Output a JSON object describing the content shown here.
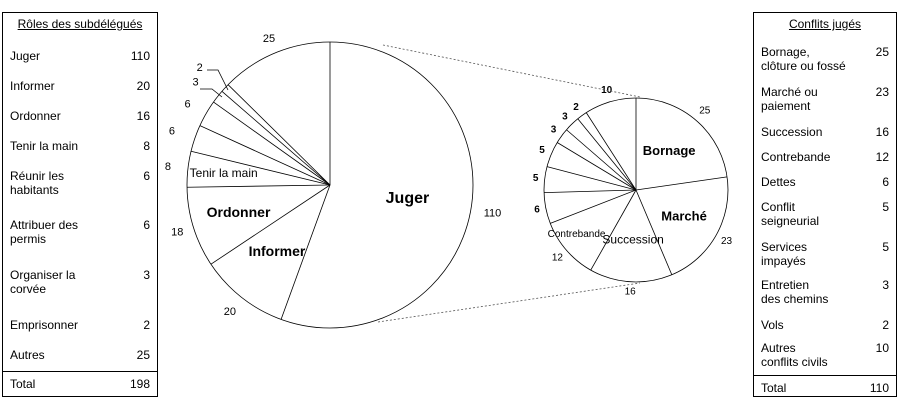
{
  "left_table": {
    "title": "Rôles des subdélégués",
    "rows": [
      {
        "label": "Juger",
        "value": "110"
      },
      {
        "label": "Informer",
        "value": "20"
      },
      {
        "label": "Ordonner",
        "value": "16"
      },
      {
        "label": "Tenir la main",
        "value": "8"
      },
      {
        "label": "Réunir les\nhabitants",
        "value": "6"
      },
      {
        "label": "Attribuer des\npermis",
        "value": "6"
      },
      {
        "label": "Organiser la\ncorvée",
        "value": "3"
      },
      {
        "label": "Emprisonner",
        "value": "2"
      },
      {
        "label": "Autres",
        "value": "25"
      }
    ],
    "total_label": "Total",
    "total_value": "198"
  },
  "right_table": {
    "title": "Conflits jugés",
    "rows": [
      {
        "label": "Bornage,\nclôture ou fossé",
        "value": "25"
      },
      {
        "label": "Marché ou\npaiement",
        "value": "23"
      },
      {
        "label": "Succession",
        "value": "16"
      },
      {
        "label": "Contrebande",
        "value": "12"
      },
      {
        "label": "Dettes",
        "value": "6"
      },
      {
        "label": "Conflit\nseigneurial",
        "value": "5"
      },
      {
        "label": "Services\nimpayés",
        "value": "5"
      },
      {
        "label": "Entretien\ndes chemins",
        "value": "3"
      },
      {
        "label": "Vols",
        "value": "2"
      },
      {
        "label": "Autres\nconflits civils",
        "value": "10"
      }
    ],
    "total_label": "Total",
    "total_value": "110"
  },
  "chart_data": [
    {
      "type": "pie",
      "slices": [
        {
          "inner": "Juger",
          "value": 110
        },
        {
          "inner": "Informer",
          "value": 20
        },
        {
          "inner": "Ordonner",
          "value": 18
        },
        {
          "inner": "Tenir la main",
          "value": 8
        },
        {
          "inner": "",
          "value": 6
        },
        {
          "inner": "",
          "value": 6
        },
        {
          "inner": "",
          "value": 3
        },
        {
          "inner": "",
          "value": 2
        },
        {
          "inner": "",
          "value": 25
        }
      ]
    },
    {
      "type": "pie",
      "slices": [
        {
          "inner": "Bornage",
          "value": 25
        },
        {
          "inner": "Marché",
          "value": 23
        },
        {
          "inner": "Succession",
          "value": 16
        },
        {
          "inner": "Contrebande",
          "value": 12
        },
        {
          "inner": "",
          "value": 6
        },
        {
          "inner": "",
          "value": 5
        },
        {
          "inner": "",
          "value": 5
        },
        {
          "inner": "",
          "value": 3
        },
        {
          "inner": "",
          "value": 3
        },
        {
          "inner": "",
          "value": 2
        },
        {
          "inner": "",
          "value": 10
        }
      ]
    }
  ]
}
